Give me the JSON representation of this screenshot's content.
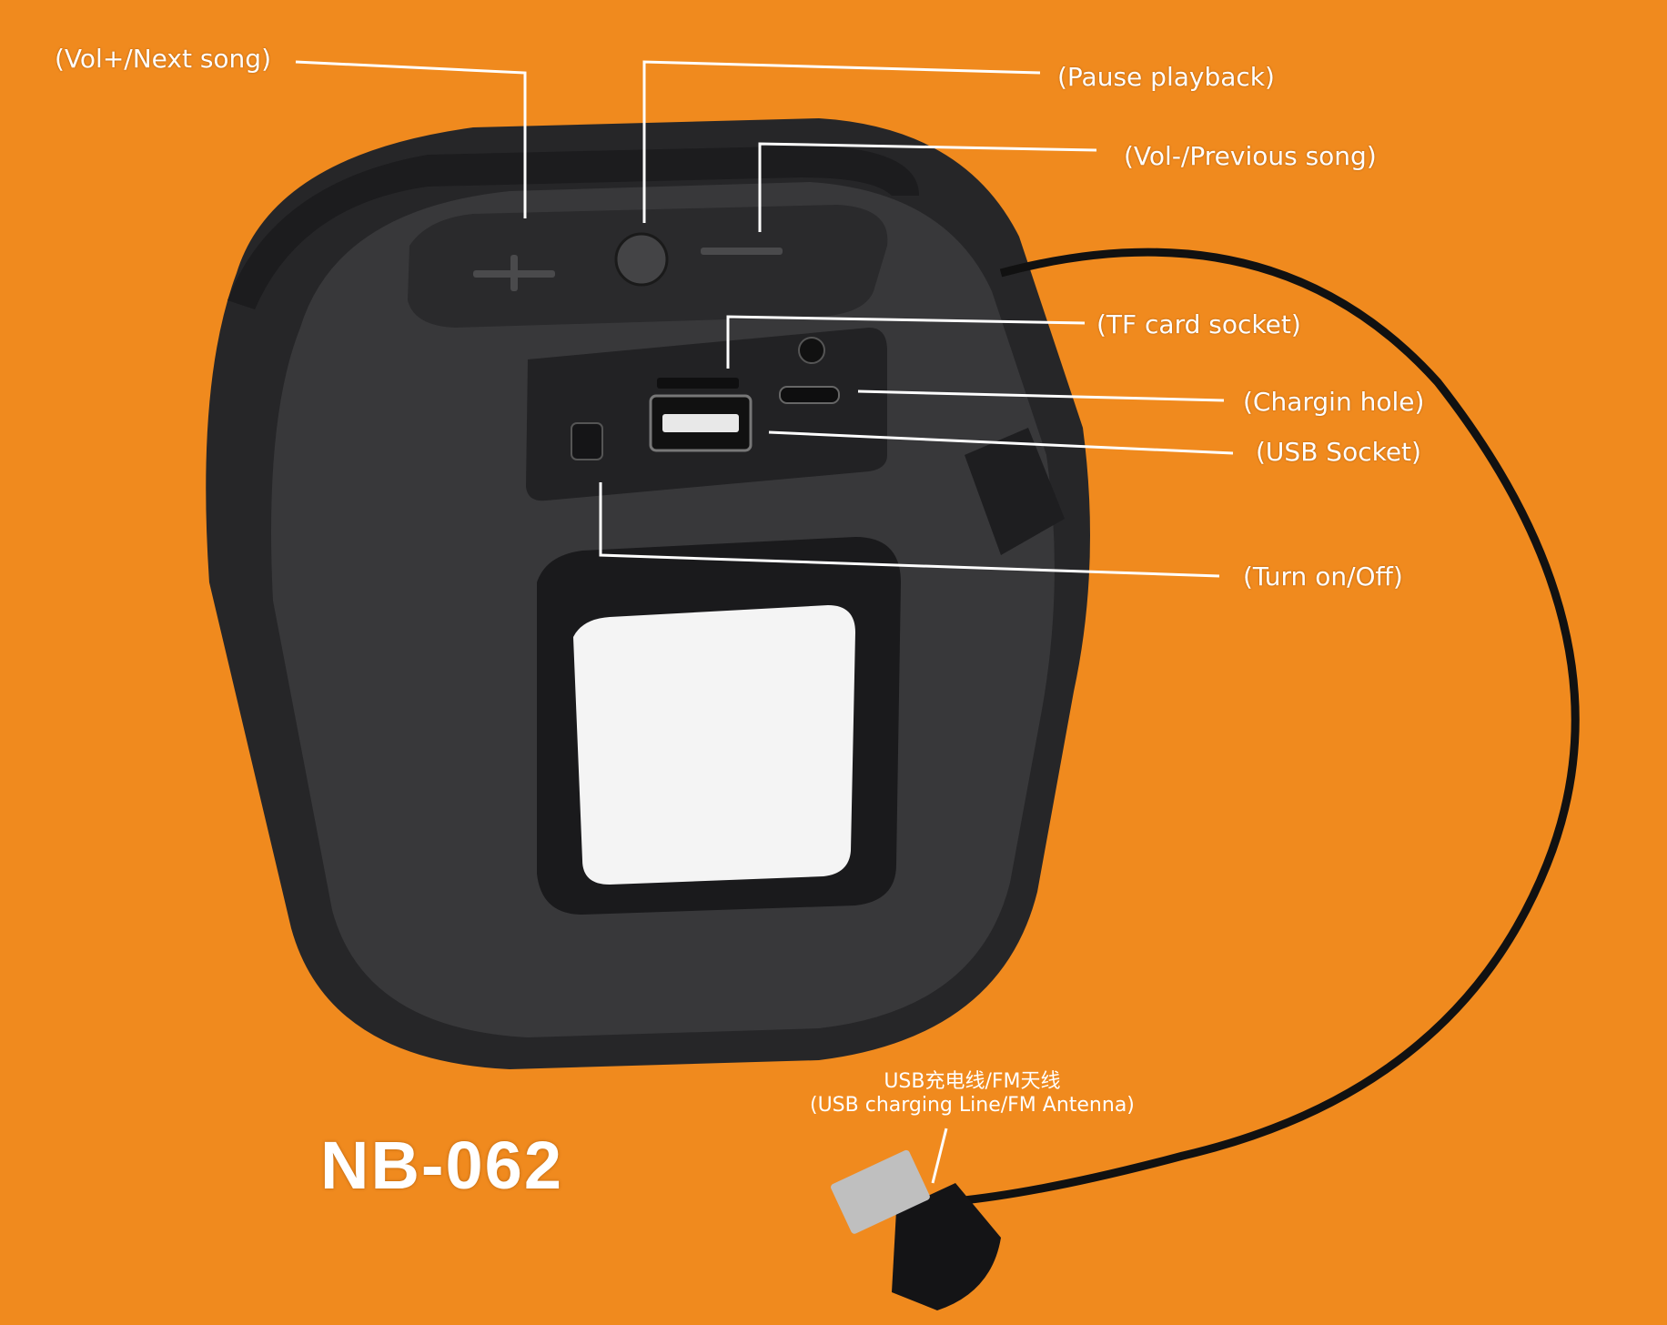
{
  "labels": {
    "vol_plus_next": "(Vol+/Next song)",
    "pause_playback": "(Pause playback)",
    "vol_minus_prev": "(Vol-/Previous song)",
    "tf_card": "(TF card socket)",
    "charging_hole": "(Chargin hole)",
    "usb_socket": "(USB Socket)",
    "power_switch": "(Turn on/Off)"
  },
  "cable": {
    "label_cn": "USB充电线/FM天线",
    "label_en": "(USB charging Line/FM Antenna)"
  },
  "model": "NB-062",
  "colors": {
    "background": "#f08a1e",
    "speaker_body": "#2e2e30",
    "speaker_grille": "#3a3a3c",
    "panel": "#232325",
    "leader_line": "#ffffff",
    "display_window": "#f4f4f4"
  }
}
